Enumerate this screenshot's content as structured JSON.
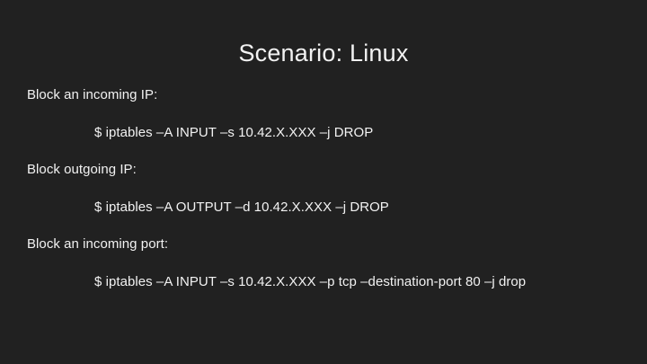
{
  "slide": {
    "title": "Scenario: Linux",
    "background_color": "#212121",
    "text_color": "#f2f2f2",
    "items": [
      {
        "heading": "Block an incoming IP:",
        "command": "$ iptables –A INPUT –s 10.42.X.XXX –j DROP"
      },
      {
        "heading": "Block outgoing IP:",
        "command": "$ iptables –A OUTPUT –d 10.42.X.XXX –j DROP"
      },
      {
        "heading": "Block an incoming port:",
        "command": "$ iptables –A INPUT –s 10.42.X.XXX –p tcp –destination-port 80 –j drop"
      }
    ]
  }
}
